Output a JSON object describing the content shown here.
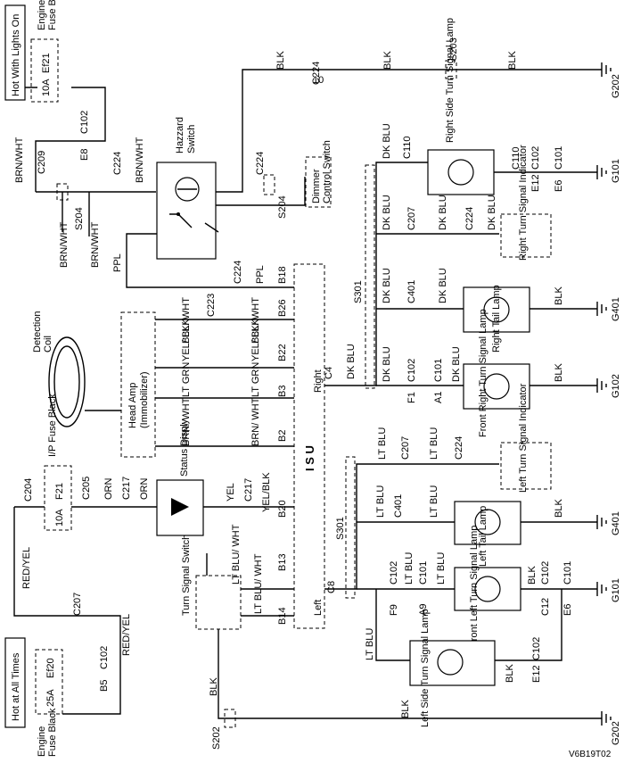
{
  "diagram": {
    "id": "V6B19T02",
    "power": {
      "lights_on": "Hot With Lights On",
      "at_all_times": "Hot at All Times"
    },
    "fuses": {
      "ef21": {
        "name": "Ef21",
        "rating": "10A",
        "box": "Engine Fuse Black"
      },
      "ef20": {
        "name": "Ef20",
        "rating": "25A",
        "box": "Engine Fuse Black"
      },
      "f21": {
        "name": "F21",
        "rating": "10A",
        "box": "I/P Fuse Black"
      }
    },
    "components": {
      "hazard": "Hazzard Switch",
      "dimmer": "Dimmer Control Switch",
      "head_amp": "Head Amp (Immobilizer)",
      "coil": "Detection Coil",
      "status": "Status Disply",
      "isu": "I S U",
      "turn_switch": "Turn Signal Switch",
      "r_side_lamp": "Right Side Turn Signal Lamp",
      "r_indicator": "Right Turn Signal Indicator",
      "r_tail": "Right Tail Lamp",
      "fr_turn": "Front Right Turn Signal Lamp",
      "l_indicator": "Left Turn Signal Indicator",
      "l_tail": "Left Tail Lamp",
      "fl_turn": "Front Left Turn Signal Lamp",
      "l_side_lamp": "Left Side Turn Signal Lamp",
      "right": "Right",
      "left": "Left"
    },
    "wires": {
      "blk": "BLK",
      "brnwht": "BRN/WHT",
      "dkblu": "DK BLU",
      "ltblu": "LT BLU",
      "ppl": "PPL",
      "blkwht": "BLK/ WHT",
      "yelblk": "YEL/ BLK",
      "ltgrn": "LT GRN",
      "brnwht2": "BRN/ WHT",
      "orn": "ORN",
      "yel": "YEL",
      "yelblk2": "YEL/BLK",
      "redyel": "RED/YEL",
      "ltbluwht": "LT BLU/ WHT"
    },
    "connectors": {
      "c224": "C224",
      "c102": "C102",
      "c209": "C209",
      "c110": "C110",
      "c101": "C101",
      "c207": "C207",
      "c401": "C401",
      "c223": "C223",
      "c4": "C4",
      "c8": "C8",
      "c204": "C204",
      "c205": "C205",
      "c217": "C217",
      "e8": "E8",
      "e12": "E12",
      "e6": "E6",
      "f1": "F1",
      "a1": "A1",
      "f9": "F9",
      "a9": "A9",
      "c12": "C12",
      "b5": "B5",
      "b18": "B18",
      "b26": "B26",
      "b22": "B22",
      "b3": "B3",
      "b2": "B2",
      "b20": "B20",
      "b13": "B13",
      "b14": "B14"
    },
    "splices": {
      "s203": "S203",
      "s204": "S204",
      "s301": "S301",
      "s202": "S202"
    },
    "grounds": {
      "g202": "G202",
      "g101": "G101",
      "g401": "G401",
      "g102": "G102"
    }
  }
}
